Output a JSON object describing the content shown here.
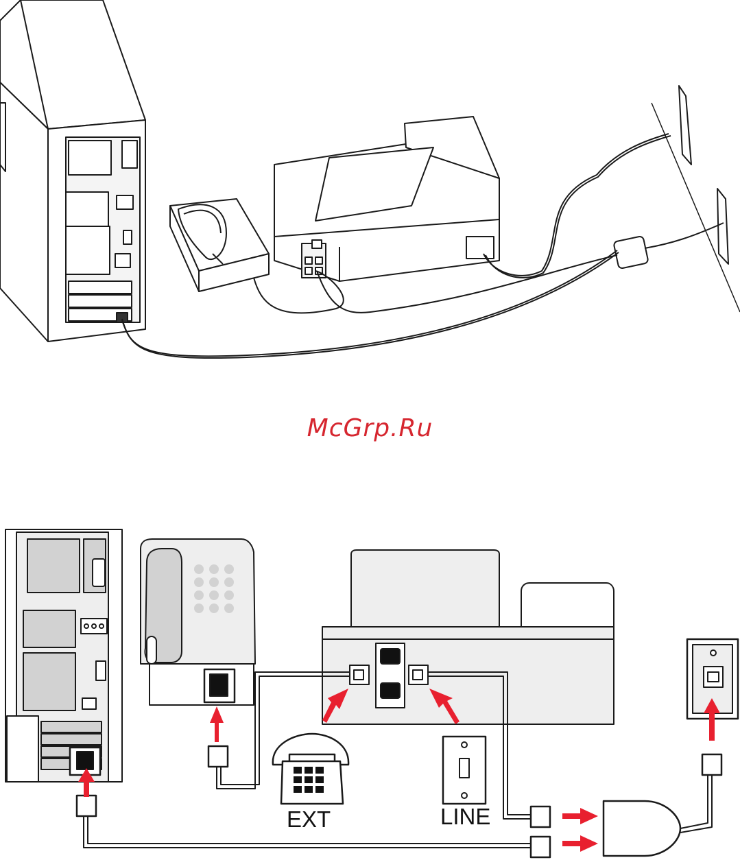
{
  "watermark": "McGrp.Ru",
  "bottom_diagram": {
    "ext_label": "EXT",
    "line_label": "LINE"
  },
  "colors": {
    "arrow": "#e8202f",
    "line": "#1a1a1a",
    "panel_fill": "#eeeeee",
    "panel_dark": "#d2d2d2"
  },
  "icons": [
    "computer-tower-icon",
    "telephone-icon",
    "printer-icon",
    "wall-jack-icon",
    "splitter-icon",
    "arrow-icon"
  ]
}
